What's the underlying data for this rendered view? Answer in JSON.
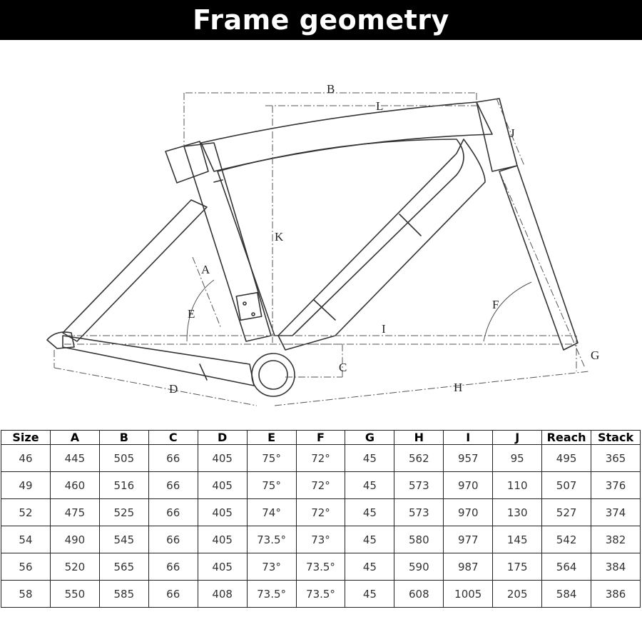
{
  "title": "Frame geometry",
  "diagram_labels": {
    "A": "A",
    "B": "B",
    "C": "C",
    "D": "D",
    "E": "E",
    "F": "F",
    "G": "G",
    "H": "H",
    "I": "I",
    "J": "J",
    "K": "K",
    "L": "L"
  },
  "table": {
    "headers": [
      "Size",
      "A",
      "B",
      "C",
      "D",
      "E",
      "F",
      "G",
      "H",
      "I",
      "J",
      "Reach",
      "Stack"
    ],
    "rows": [
      [
        "46",
        "445",
        "505",
        "66",
        "405",
        "75°",
        "72°",
        "45",
        "562",
        "957",
        "95",
        "495",
        "365"
      ],
      [
        "49",
        "460",
        "516",
        "66",
        "405",
        "75°",
        "72°",
        "45",
        "573",
        "970",
        "110",
        "507",
        "376"
      ],
      [
        "52",
        "475",
        "525",
        "66",
        "405",
        "74°",
        "72°",
        "45",
        "573",
        "970",
        "130",
        "527",
        "374"
      ],
      [
        "54",
        "490",
        "545",
        "66",
        "405",
        "73.5°",
        "73°",
        "45",
        "580",
        "977",
        "145",
        "542",
        "382"
      ],
      [
        "56",
        "520",
        "565",
        "66",
        "405",
        "73°",
        "73.5°",
        "45",
        "590",
        "987",
        "175",
        "564",
        "384"
      ],
      [
        "58",
        "550",
        "585",
        "66",
        "408",
        "73.5°",
        "73.5°",
        "45",
        "608",
        "1005",
        "205",
        "584",
        "386"
      ]
    ]
  }
}
